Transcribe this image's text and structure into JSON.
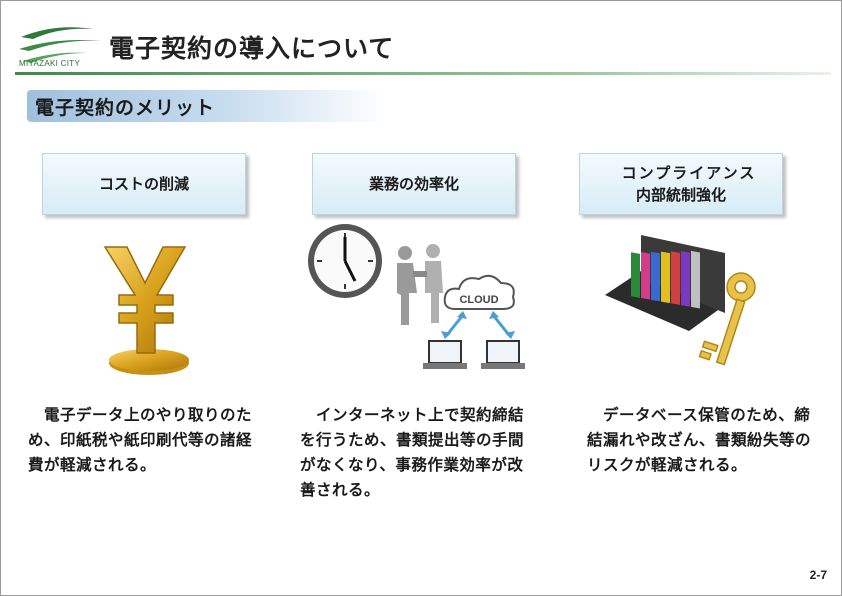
{
  "header": {
    "title": "電子契約の導入について",
    "logo_text": "MIYAZAKI CITY"
  },
  "section": {
    "title": "電子契約のメリット"
  },
  "benefits": [
    {
      "heading_line1": "コストの削減",
      "description": "　電子データ上のやり取りのため、印紙税や紙印刷代等の諸経費が軽減される。",
      "icon": "yen-icon"
    },
    {
      "heading_line1": "業務の効率化",
      "description": "　インターネット上で契約締結を行うため、書類提出等の手間がなくなり、事務作業効率が改善される。",
      "icon": "clock-handshake-cloud-icon",
      "cloud_label": "CLOUD"
    },
    {
      "heading_line1": "コンプライアンス",
      "heading_line2": "内部統制強化",
      "description": "　データベース保管のため、締結漏れや改ざん、書類紛失等のリスクが軽減される。",
      "icon": "laptop-key-icon"
    }
  ],
  "footer": {
    "page_number": "2-7"
  },
  "colors": {
    "accent_green": "#3e8a4a",
    "band_blue": "#9fc0de",
    "box_blue": "#d7ecf6",
    "yen_gold": "#d9a21c"
  }
}
